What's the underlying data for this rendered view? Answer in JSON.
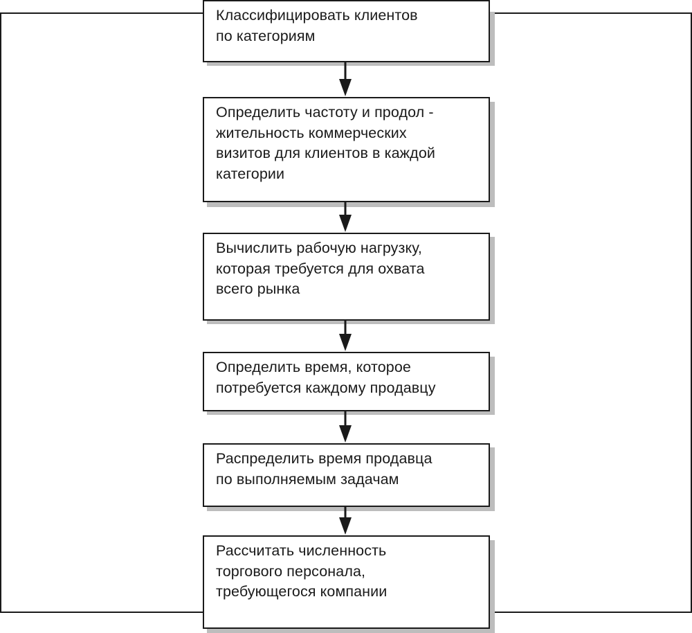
{
  "colors": {
    "line": "#1a1a1a",
    "shadow": "#bdbdbd",
    "background": "#ffffff"
  },
  "steps": [
    {
      "text": "Классифицировать клиентов\nпо категориям"
    },
    {
      "text": "Определить частоту и продол -\nжительность коммерческих\nвизитов для клиентов в каждой\nкатегории"
    },
    {
      "text": "Вычислить рабочую нагрузку,\nкоторая требуется для охвата\nвсего рынка"
    },
    {
      "text": "Определить время, которое\nпотребуется каждому продавцу"
    },
    {
      "text": "Распределить время продавца\nпо выполняемым задачам"
    },
    {
      "text": "Рассчитать численность\nторгового персонала,\nтребующегося компании"
    }
  ]
}
